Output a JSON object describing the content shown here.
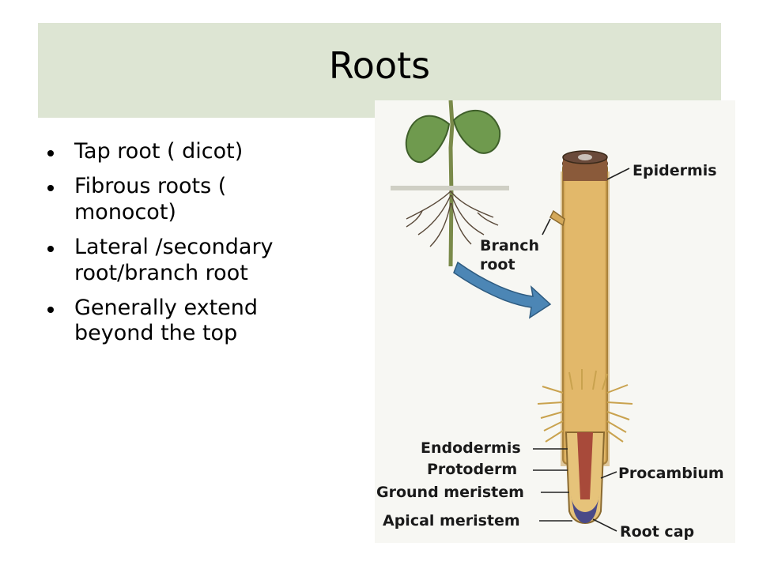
{
  "slide": {
    "title": "Roots",
    "bullets": [
      "Tap root ( dicot)",
      "Fibrous roots ( monocot)",
      "Lateral /secondary root/branch root",
      "Generally extend beyond the top"
    ]
  },
  "figure": {
    "labels": {
      "epidermis": "Epidermis",
      "branch": "Branch",
      "root": "root",
      "endodermis": "Endodermis",
      "protoderm": "Protoderm",
      "ground_meristem": "Ground meristem",
      "apical_meristem": "Apical meristem",
      "procambium": "Procambium",
      "root_cap": "Root cap"
    }
  },
  "colors": {
    "title_band": "#dde5d3",
    "root_tan": "#e2b86a",
    "leaf_green": "#6f9a4e",
    "arrow_blue": "#4c86b5",
    "procambium_red": "#a84a3a"
  }
}
